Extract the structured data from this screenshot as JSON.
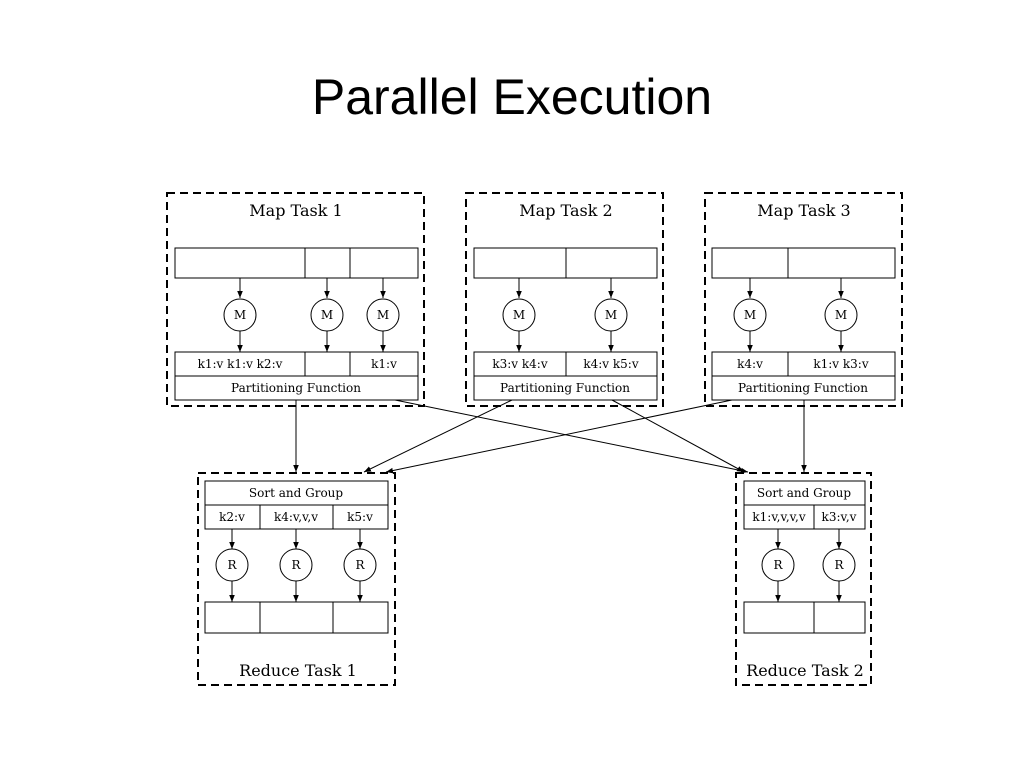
{
  "slide": {
    "title": "Parallel Execution"
  },
  "map_tasks": [
    {
      "title": "Map Task 1",
      "mapper_label": "M",
      "outputs": [
        "k1:v k1:v k2:v",
        "",
        "k1:v"
      ],
      "partition_label": "Partitioning Function"
    },
    {
      "title": "Map Task 2",
      "mapper_label": "M",
      "outputs": [
        "k3:v k4:v",
        "k4:v k5:v"
      ],
      "partition_label": "Partitioning Function"
    },
    {
      "title": "Map Task 3",
      "mapper_label": "M",
      "outputs": [
        "k4:v",
        "k1:v k3:v"
      ],
      "partition_label": "Partitioning Function"
    }
  ],
  "reduce_tasks": [
    {
      "title": "Reduce Task 1",
      "group_label": "Sort and Group",
      "groups": [
        "k2:v",
        "k4:v,v,v",
        "k5:v"
      ],
      "reducer_label": "R"
    },
    {
      "title": "Reduce Task 2",
      "group_label": "Sort and Group",
      "groups": [
        "k1:v,v,v,v",
        "k3:v,v"
      ],
      "reducer_label": "R"
    }
  ]
}
